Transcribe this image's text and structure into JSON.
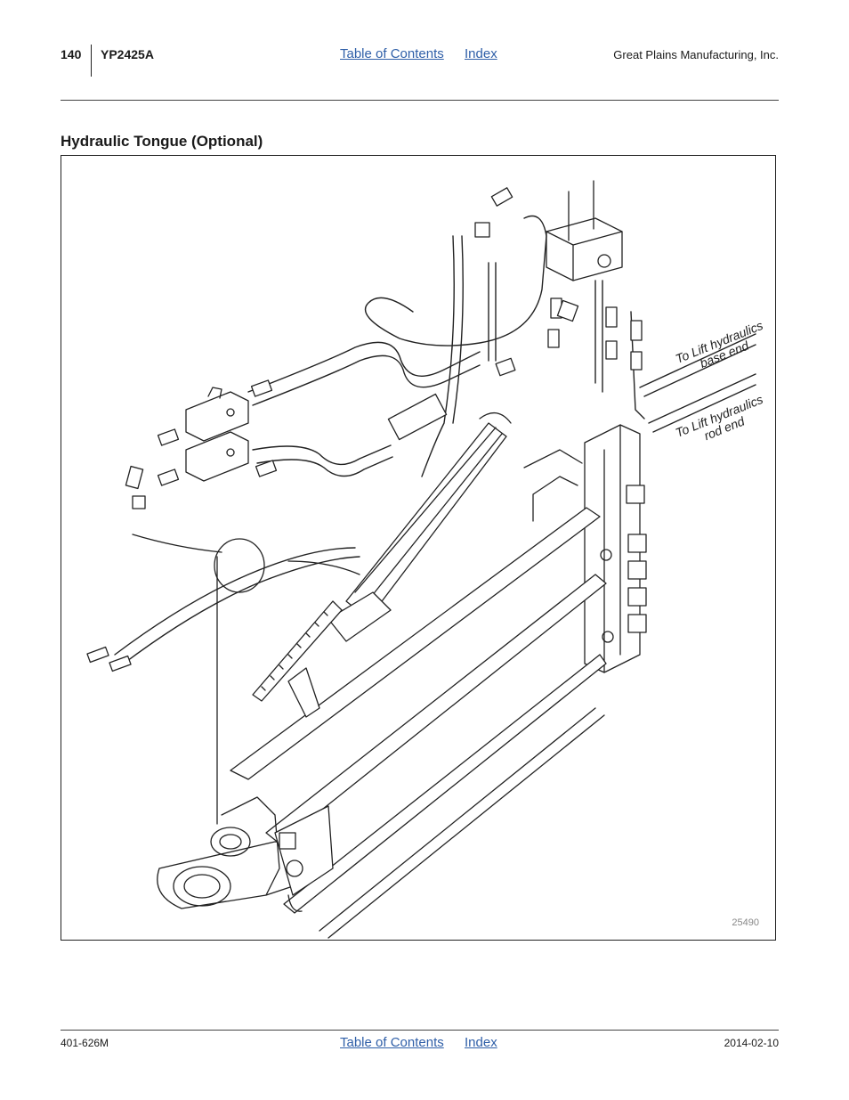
{
  "header": {
    "page_number": "140",
    "model": "YP2425A",
    "toc_link": "Table of Contents",
    "index_link": "Index",
    "company": "Great Plains Manufacturing, Inc."
  },
  "section": {
    "title": "Hydraulic Tongue (Optional)"
  },
  "figure": {
    "figure_id": "25490",
    "callouts": [
      {
        "line1": "To Lift hydraulics",
        "line2": "base end"
      },
      {
        "line1": "To Lift hydraulics",
        "line2": "rod end"
      }
    ]
  },
  "footer": {
    "doc_number": "401-626M",
    "toc_link": "Table of Contents",
    "index_link": "Index",
    "date": "2014-02-10"
  }
}
